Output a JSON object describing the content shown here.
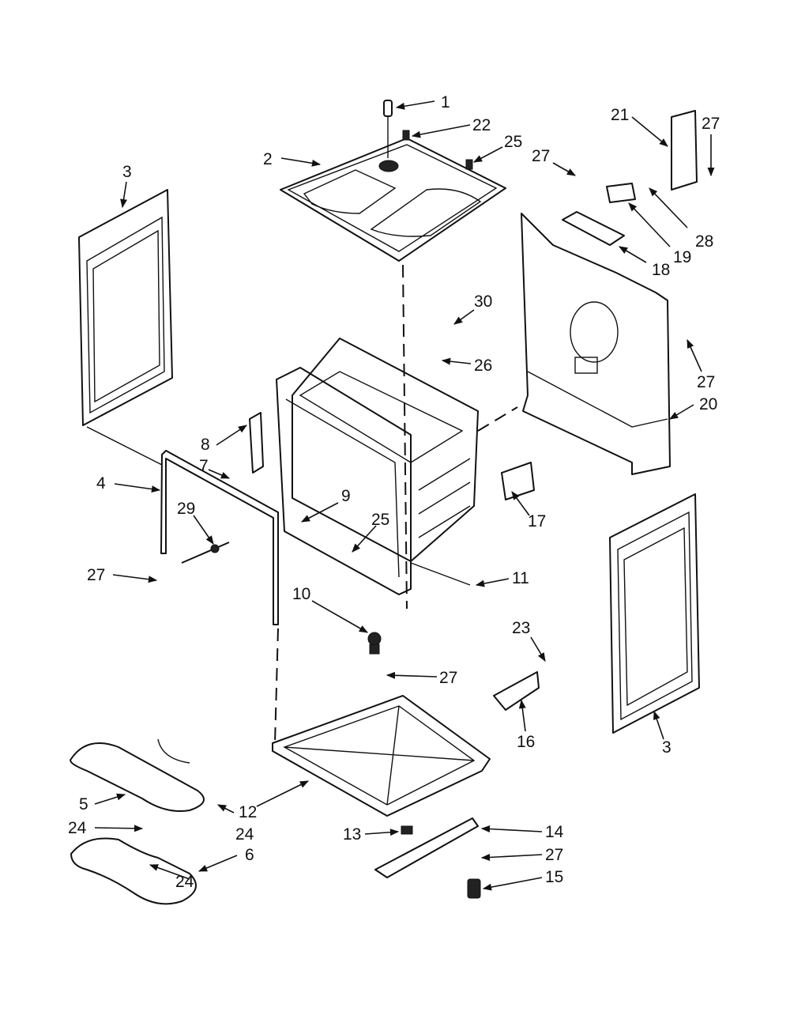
{
  "labels": [
    "1",
    "22",
    "25",
    "2",
    "27",
    "21",
    "27",
    "28",
    "19",
    "18",
    "3",
    "30",
    "26",
    "27",
    "20",
    "8",
    "7",
    "4",
    "29",
    "9",
    "25",
    "27",
    "17",
    "11",
    "10",
    "27",
    "23",
    "16",
    "3",
    "5",
    "12",
    "24",
    "24",
    "6",
    "24",
    "13",
    "14",
    "27",
    "15"
  ]
}
